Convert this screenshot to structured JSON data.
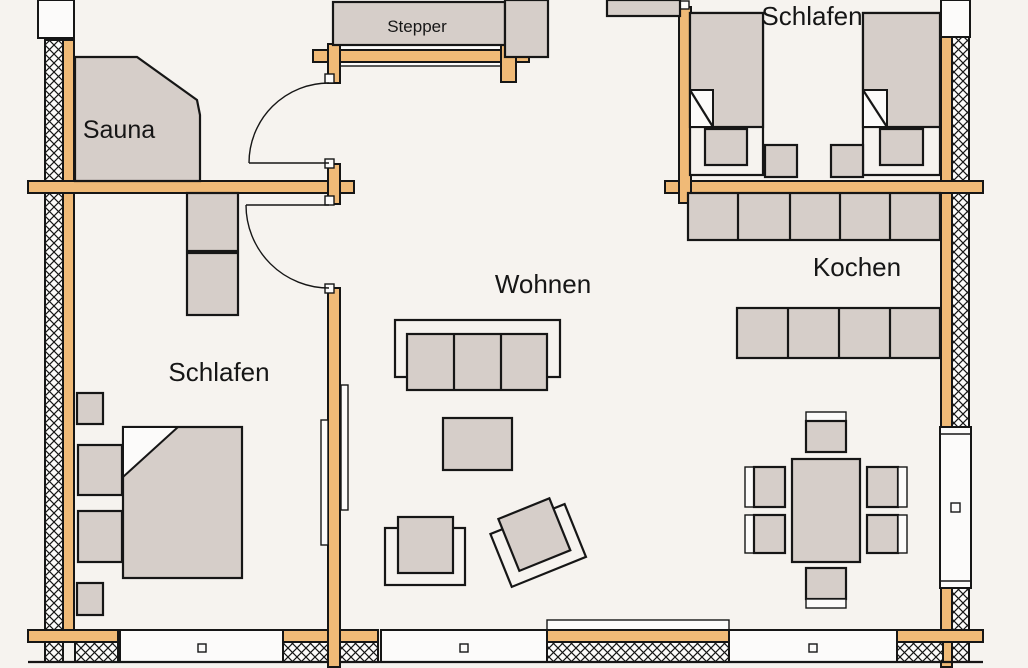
{
  "plan": {
    "type": "apartment-floor-plan",
    "labels": {
      "sauna": "Sauna",
      "stepper": "Stepper",
      "schlafen_top": "Schlafen",
      "schlafen_bottom": "Schlafen",
      "wohnen": "Wohnen",
      "kochen": "Kochen"
    },
    "colors": {
      "background": "#f6f3ef",
      "timber": "#f0ba77",
      "furniture": "#d6cec9",
      "white": "#fcfbfa",
      "line": "#161616"
    }
  }
}
